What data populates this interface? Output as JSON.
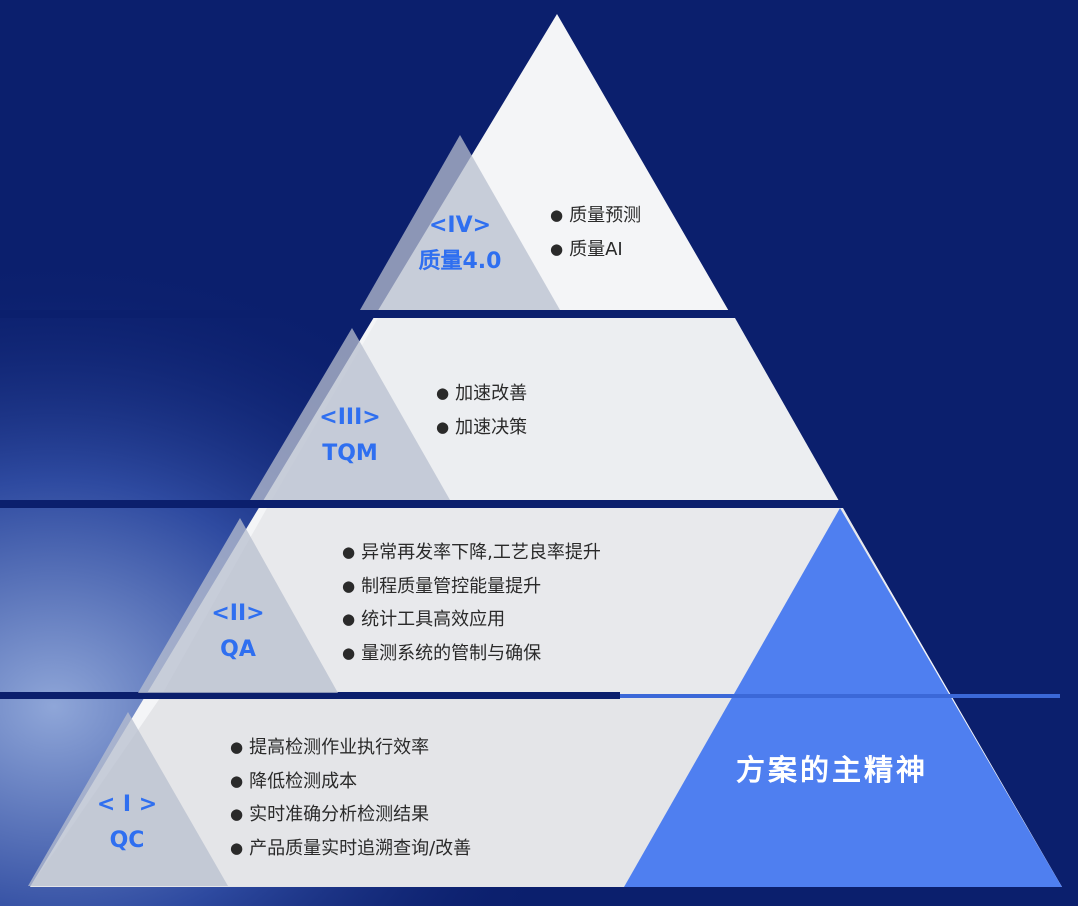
{
  "colors": {
    "background": "#0b1f6d",
    "accent": "#4f7ff0",
    "label": "#2f6ff0"
  },
  "tiers": [
    {
      "roman": "<IV>",
      "name": "质量4.0",
      "items": [
        "质量预测",
        "质量AI"
      ]
    },
    {
      "roman": "<III>",
      "name": "TQM",
      "items": [
        "加速改善",
        "加速决策"
      ]
    },
    {
      "roman": "<II>",
      "name": "QA",
      "items": [
        "异常再发率下降,工艺良率提升",
        "制程质量管控能量提升",
        "统计工具高效应用",
        "量测系统的管制与确保"
      ]
    },
    {
      "roman": "< I >",
      "name": "QC",
      "items": [
        "提高检测作业执行效率",
        "降低检测成本",
        "实时准确分析检测结果",
        "产品质量实时追溯查询/改善"
      ]
    }
  ],
  "spirit": "方案的主精神"
}
